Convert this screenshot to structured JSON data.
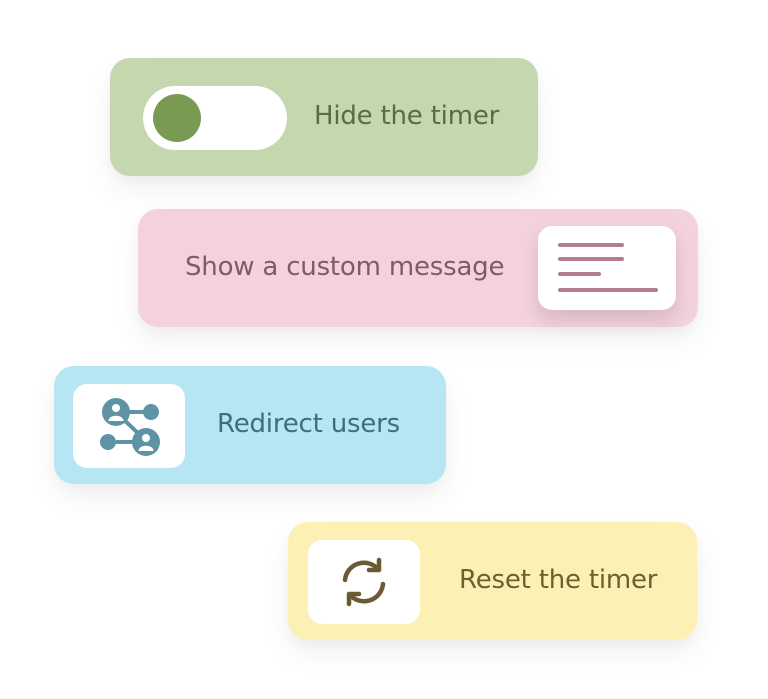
{
  "colors": {
    "green_bg": "#c5d7ae",
    "green_knob": "#7a9a54",
    "green_text": "#5a6b4a",
    "pink_bg": "#f3d1dd",
    "pink_text": "#7e5a6a",
    "pink_lines": "#b37c95",
    "blue_bg": "#b6e5f4",
    "blue_text": "#3f6d80",
    "blue_icon": "#5e93a6",
    "yellow_bg": "#fdf0b5",
    "yellow_text": "#6e5f2f",
    "yellow_icon": "#6b5b35"
  },
  "cards": {
    "hide_timer": {
      "label": "Hide the timer",
      "toggle_state": "on",
      "icon": "toggle-switch"
    },
    "custom_message": {
      "label": "Show a custom message",
      "icon": "message-preview-icon"
    },
    "redirect_users": {
      "label": "Redirect users",
      "icon": "redirect-users-icon"
    },
    "reset_timer": {
      "label": "Reset the timer",
      "icon": "refresh-icon"
    }
  }
}
